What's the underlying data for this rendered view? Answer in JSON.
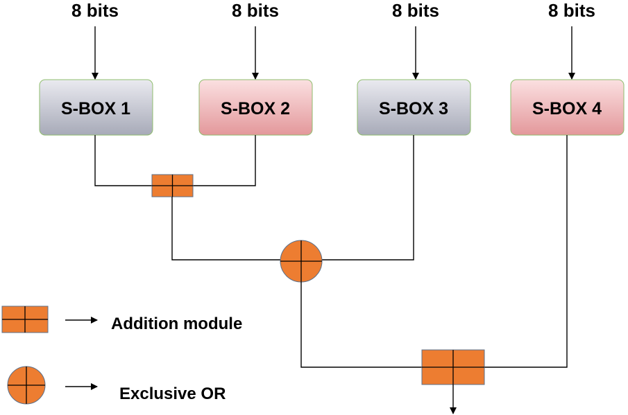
{
  "inputs": [
    {
      "bits_label": "8 bits"
    },
    {
      "bits_label": "8 bits"
    },
    {
      "bits_label": "8 bits"
    },
    {
      "bits_label": "8 bits"
    }
  ],
  "sboxes": [
    {
      "label": "S-BOX 1",
      "style": "gray"
    },
    {
      "label": "S-BOX 2",
      "style": "pink"
    },
    {
      "label": "S-BOX 3",
      "style": "gray"
    },
    {
      "label": "S-BOX 4",
      "style": "pink"
    }
  ],
  "legend": {
    "addition_label": "Addition module",
    "xor_label": "Exclusive OR"
  },
  "colors": {
    "operator_fill": "#ed7d31",
    "gray_box_top": "#eaeaf0",
    "gray_box_bottom": "#a7aab8",
    "pink_box_top": "#fbe0e1",
    "pink_box_bottom": "#e3989b",
    "box_border": "#8fbe6d"
  }
}
